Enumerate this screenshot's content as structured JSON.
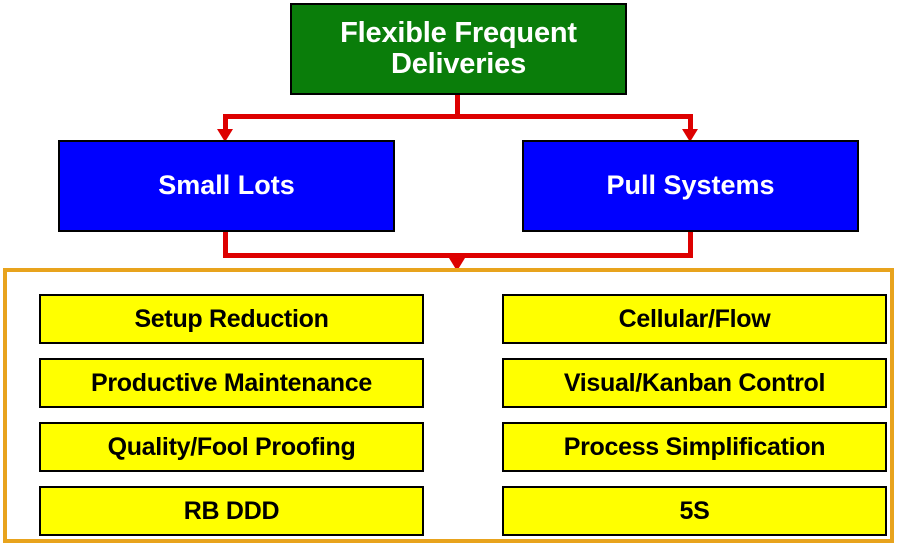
{
  "diagram": {
    "title_node": {
      "label": "Flexible Frequent Deliveries",
      "color": "#0a7d0a",
      "text_color": "#ffffff"
    },
    "level2": [
      {
        "label": "Small Lots",
        "color": "#0000ff",
        "text_color": "#ffffff"
      },
      {
        "label": "Pull Systems",
        "color": "#0000ff",
        "text_color": "#ffffff"
      }
    ],
    "panel": {
      "border_color": "#e8a31d",
      "columns": [
        {
          "items": [
            "Setup Reduction",
            "Productive Maintenance",
            "Quality/Fool Proofing",
            "RB DDD"
          ]
        },
        {
          "items": [
            "Cellular/Flow",
            "Visual/Kanban Control",
            "Process Simplification",
            "5S"
          ]
        }
      ],
      "chip_color": "#ffff00",
      "chip_text_color": "#000000"
    },
    "connector_color": "#dd0000"
  }
}
